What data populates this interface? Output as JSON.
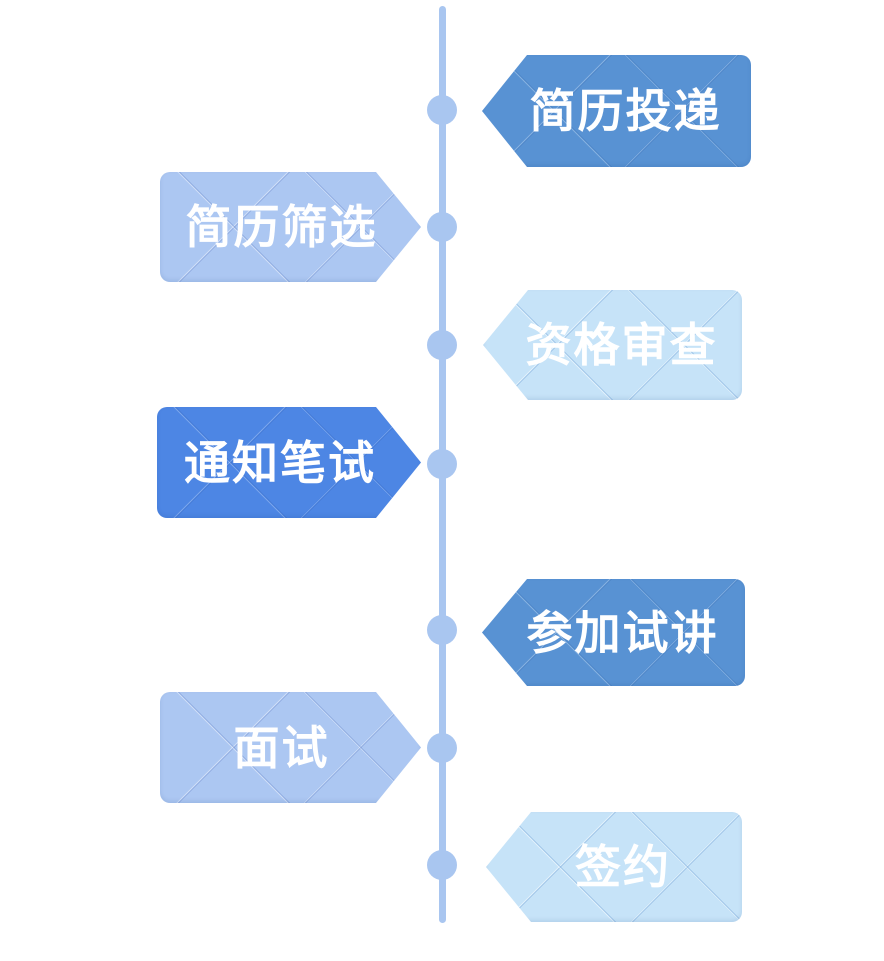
{
  "canvas": {
    "background": "#ffffff"
  },
  "timeline": {
    "line_color": "#a9c6f0",
    "dot_color": "#a9c6f0",
    "label_text_color": "#ffffff",
    "steps": [
      {
        "label": "简历投递",
        "side": "right",
        "color": "#5892d3"
      },
      {
        "label": "简历筛选",
        "side": "left",
        "color": "#acc7f2"
      },
      {
        "label": "资格审查",
        "side": "right",
        "color": "#c6e3f8"
      },
      {
        "label": "通知笔试",
        "side": "left",
        "color": "#4d86e4"
      },
      {
        "label": "参加试讲",
        "side": "right",
        "color": "#5892d3"
      },
      {
        "label": "面试",
        "side": "left",
        "color": "#acc7f2"
      },
      {
        "label": "签约",
        "side": "right",
        "color": "#c6e3f8"
      }
    ]
  }
}
